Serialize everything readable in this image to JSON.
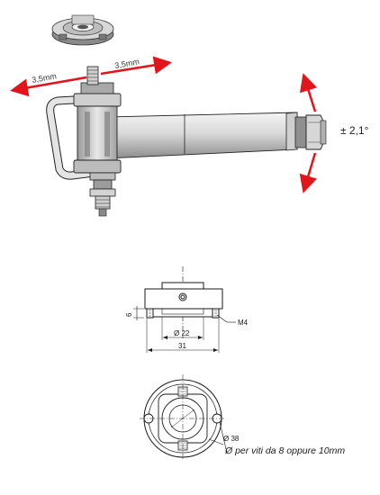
{
  "labels": {
    "shift_left": "3,5mm",
    "shift_right": "3,5mm",
    "tilt": "± 2,1°",
    "dim_height": "6",
    "dim_inner_dia": "Ø 22",
    "dim_width": "31",
    "thread": "M4",
    "dim_outer_dia": "Ø 38",
    "screw_note": "Ø per viti da 8 oppure 10mm"
  },
  "colors": {
    "arrow": "#e4141b",
    "line": "#1a1a1a",
    "metal_light": "#e6e6e6",
    "metal_mid": "#b9b9b9",
    "metal_dark": "#6e6e6e"
  }
}
